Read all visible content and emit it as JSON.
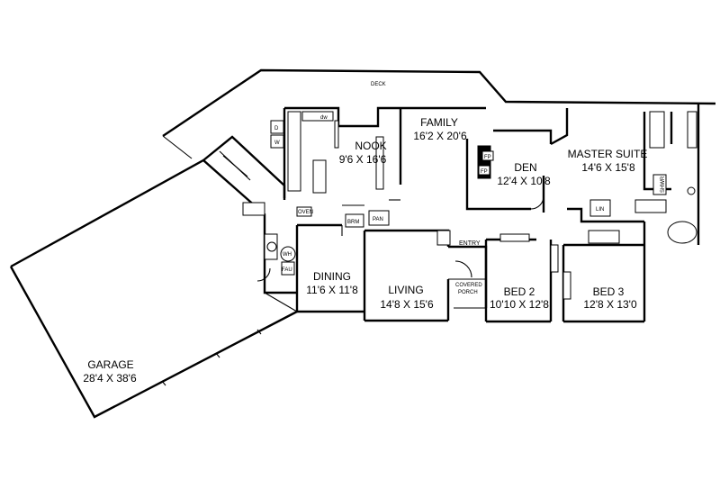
{
  "rooms": {
    "deck": {
      "name": "DECK"
    },
    "family": {
      "name": "FAMILY",
      "dim": "16'2 X 20'6"
    },
    "nook": {
      "name": "NOOK",
      "dim": "9'6 X 16'6"
    },
    "den": {
      "name": "DEN",
      "dim": "12'4 X 10'8"
    },
    "master": {
      "name": "MASTER SUITE",
      "dim": "14'6 X 15'8"
    },
    "dining": {
      "name": "DINING",
      "dim": "11'6 X 11'8"
    },
    "living": {
      "name": "LIVING",
      "dim": "14'8 X 15'6"
    },
    "bed2": {
      "name": "BED 2",
      "dim": "10'10 X 12'8"
    },
    "bed3": {
      "name": "BED 3",
      "dim": "12'8 X 13'0"
    },
    "garage": {
      "name": "GARAGE",
      "dim": "28'4 X 38'6"
    }
  },
  "labels": {
    "entry": "ENTRY",
    "covered_porch_1": "COVERED",
    "covered_porch_2": "PORCH",
    "oven": "OVEN",
    "brm": "BRM",
    "pan": "PAN",
    "lin": "LIN",
    "shwr": "SHWR",
    "fp1": "FP",
    "fp2": "FP",
    "wh": "WH",
    "fau": "FAU",
    "dw": "dw",
    "d": "D",
    "w": "W"
  }
}
